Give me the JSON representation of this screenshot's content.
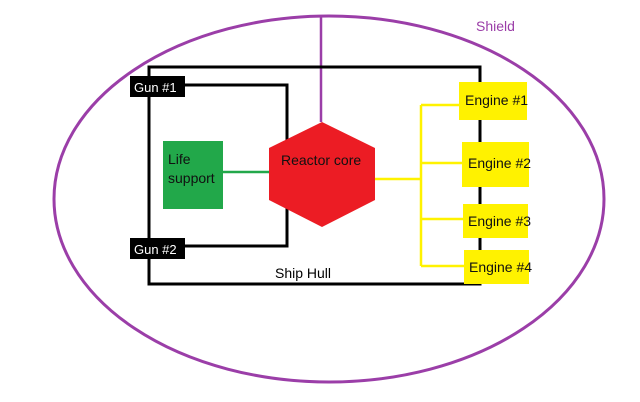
{
  "labels": {
    "shield": "Shield",
    "hull": "Ship Hull",
    "gun1": "Gun #1",
    "gun2": "Gun #2",
    "life_support_line1": "Life",
    "life_support_line2": "support",
    "reactor": "Reactor core",
    "engine1": "Engine #1",
    "engine2": "Engine #2",
    "engine3": "Engine #3",
    "engine4": "Engine #4"
  },
  "colors": {
    "shield": "#9b3ea8",
    "hull": "#000000",
    "gun": "#000000",
    "gun_text": "#ffffff",
    "life_support": "#22a84a",
    "life_support_link": "#22a84a",
    "reactor": "#ec1c24",
    "engine": "#fff200",
    "engine_link": "#fff200"
  }
}
